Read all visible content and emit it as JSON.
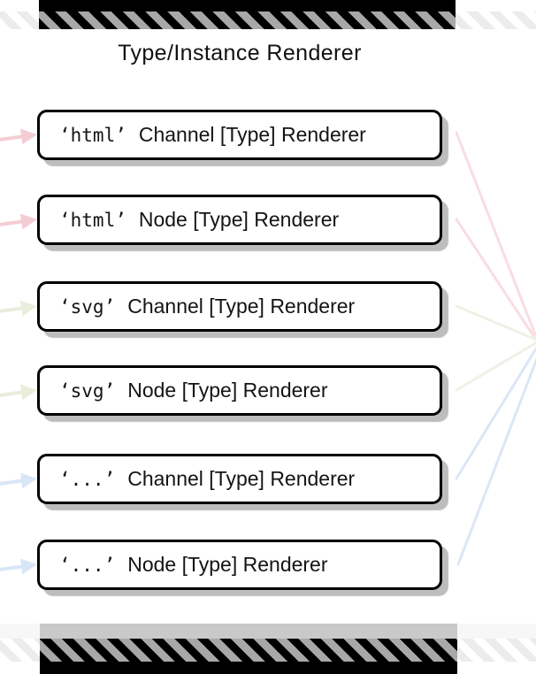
{
  "title": "Type/Instance Renderer",
  "boxes": [
    {
      "mono": "‘html’",
      "label": "Channel [Type] Renderer",
      "group": "html"
    },
    {
      "mono": "‘html’",
      "label": "Node [Type] Renderer",
      "group": "html"
    },
    {
      "mono": "‘svg’",
      "label": "Channel [Type] Renderer",
      "group": "svg"
    },
    {
      "mono": "‘svg’",
      "label": "Node [Type] Renderer",
      "group": "svg"
    },
    {
      "mono": "‘...’",
      "label": "Channel [Type] Renderer",
      "group": "other"
    },
    {
      "mono": "‘...’",
      "label": "Node [Type] Renderer",
      "group": "other"
    }
  ],
  "colors": {
    "text": "#141414",
    "node_border": "#000000",
    "node_fill": "#ffffff",
    "shadow": "#bdbdbd",
    "bar_black": "#000000",
    "bar_gray": "#c9c9c9",
    "hatch_gray": "#a8a8a8",
    "hatch_faint": "#ececec",
    "arrow_pink": "#f4cdd4",
    "arrow_green": "#e9eedc",
    "arrow_blue": "#d9e6f8",
    "edge_pink": "#f8dde1",
    "edge_green": "#eef1e5",
    "edge_blue": "#dbe7f8"
  }
}
